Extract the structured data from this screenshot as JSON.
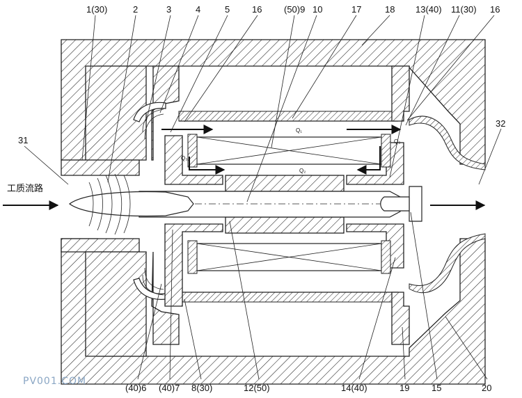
{
  "callouts": {
    "c1": "1(30)",
    "c2": "2",
    "c3": "3",
    "c4": "4",
    "c5": "5",
    "c16a": "16",
    "c509": "(50)9",
    "c10": "10",
    "c17": "17",
    "c18": "18",
    "c1340": "13(40)",
    "c1130": "11(30)",
    "c16b": "16",
    "c31": "31",
    "c32": "32",
    "c406": "(40)6",
    "c407": "(40)7",
    "c830": "8(30)",
    "c1250": "12(50)",
    "c1440": "14(40)",
    "c19": "19",
    "c15": "15",
    "c20": "20"
  },
  "flow_label": "工质流路",
  "q_labels": {
    "q1": "Q₁",
    "q2": "Q₂",
    "q3a": "Q₃",
    "q3b": "Q₃"
  },
  "watermark": "PV001.COM"
}
